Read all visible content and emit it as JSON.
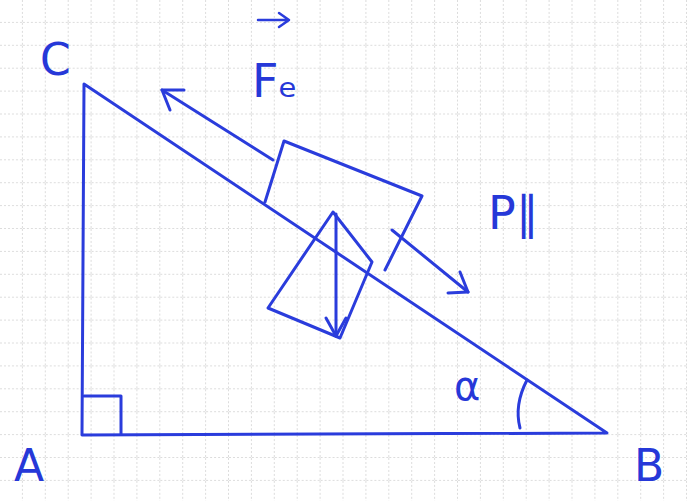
{
  "diagram": {
    "labels": [
      "C",
      "Fₑ",
      "P∥",
      "α",
      "A",
      "B"
    ]
  }
}
